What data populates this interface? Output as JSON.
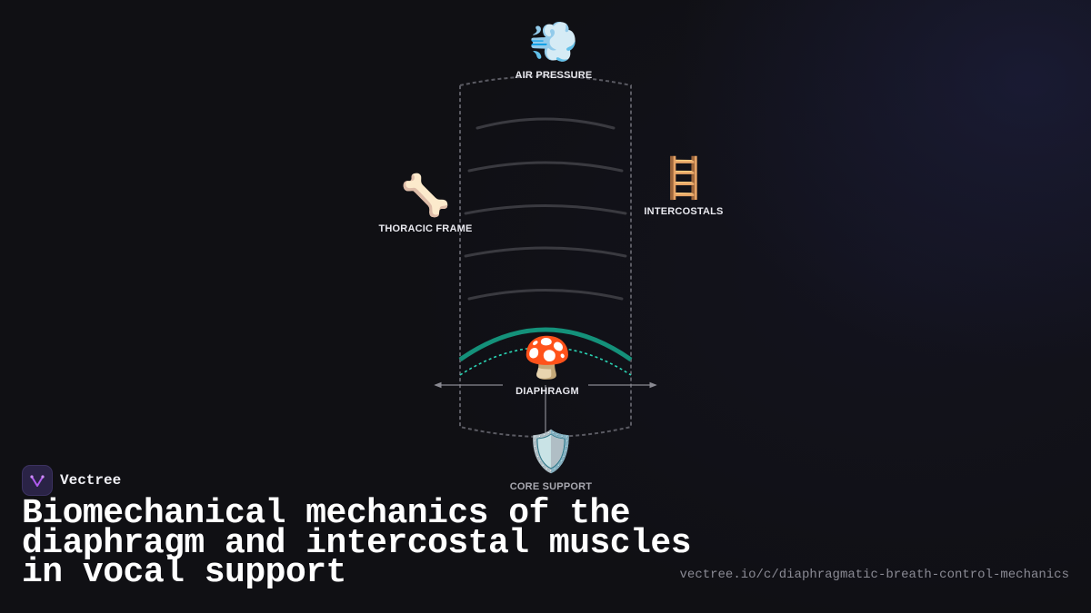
{
  "diagram": {
    "nodes": {
      "air_pressure": {
        "icon": "dashing-away-icon",
        "glyph": "💨",
        "label": "AIR PRESSURE"
      },
      "thoracic_frame": {
        "icon": "bone-icon",
        "glyph": "🦴",
        "label": "THORACIC FRAME"
      },
      "intercostals": {
        "icon": "ladder-icon",
        "glyph": "🪜",
        "label": "INTERCOSTALS"
      },
      "diaphragm": {
        "icon": "mushroom-icon",
        "glyph": "🍄",
        "label": "DIAPHRAGM"
      },
      "core_support": {
        "icon": "shield-icon",
        "glyph": "🛡️",
        "label": "CORE SUPPORT"
      }
    },
    "colors": {
      "diaphragm_arc": "#14917a",
      "diaphragm_dashed": "#2ad4b4",
      "outline": "#5a5a62",
      "ribs": "#3a3a40"
    }
  },
  "brand": {
    "name": "Vectree",
    "logo_icon": "vectree-logo-icon"
  },
  "title": "Biomechanical mechanics of the diaphragm and intercostal muscles in vocal support",
  "url": "vectree.io/c/diaphragmatic-breath-control-mechanics"
}
